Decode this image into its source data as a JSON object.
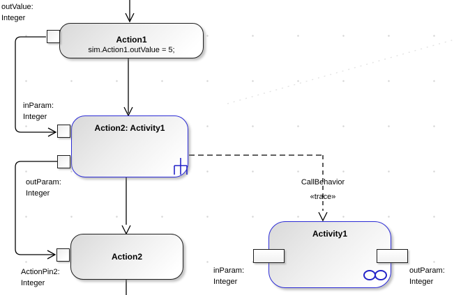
{
  "diagram": {
    "type": "uml-activity-diagram",
    "nodes": {
      "action1": {
        "title": "Action1",
        "body": "sim.Action1.outValue = 5;"
      },
      "call_action": {
        "title": "Action2: Activity1"
      },
      "action2": {
        "title": "Action2"
      },
      "activity1": {
        "title": "Activity1"
      }
    },
    "labels": {
      "out_value": {
        "line1": "outValue:",
        "line2": "Integer"
      },
      "in_param": {
        "line1": "inParam:",
        "line2": "Integer"
      },
      "out_param": {
        "line1": "outParam:",
        "line2": "Integer"
      },
      "action_pin2": {
        "line1": "ActionPin2:",
        "line2": "Integer"
      },
      "activity_in_param": {
        "line1": "inParam:",
        "line2": "Integer"
      },
      "activity_out_param": {
        "line1": "outParam:",
        "line2": "Integer"
      },
      "connector_name": "CallBehavior",
      "connector_stereotype": "«trace»"
    },
    "colors": {
      "action_border": "#1c1c1c",
      "activity_border": "#2b2bd5",
      "icon_blue": "#2323c8",
      "connector_line": "#000000",
      "grid_dot": "#d6d6d6",
      "faded_line": "#e2e2e2"
    },
    "icons": {
      "rake": "call-behavior-rake-icon",
      "composite": "composite-structure-icon"
    }
  }
}
